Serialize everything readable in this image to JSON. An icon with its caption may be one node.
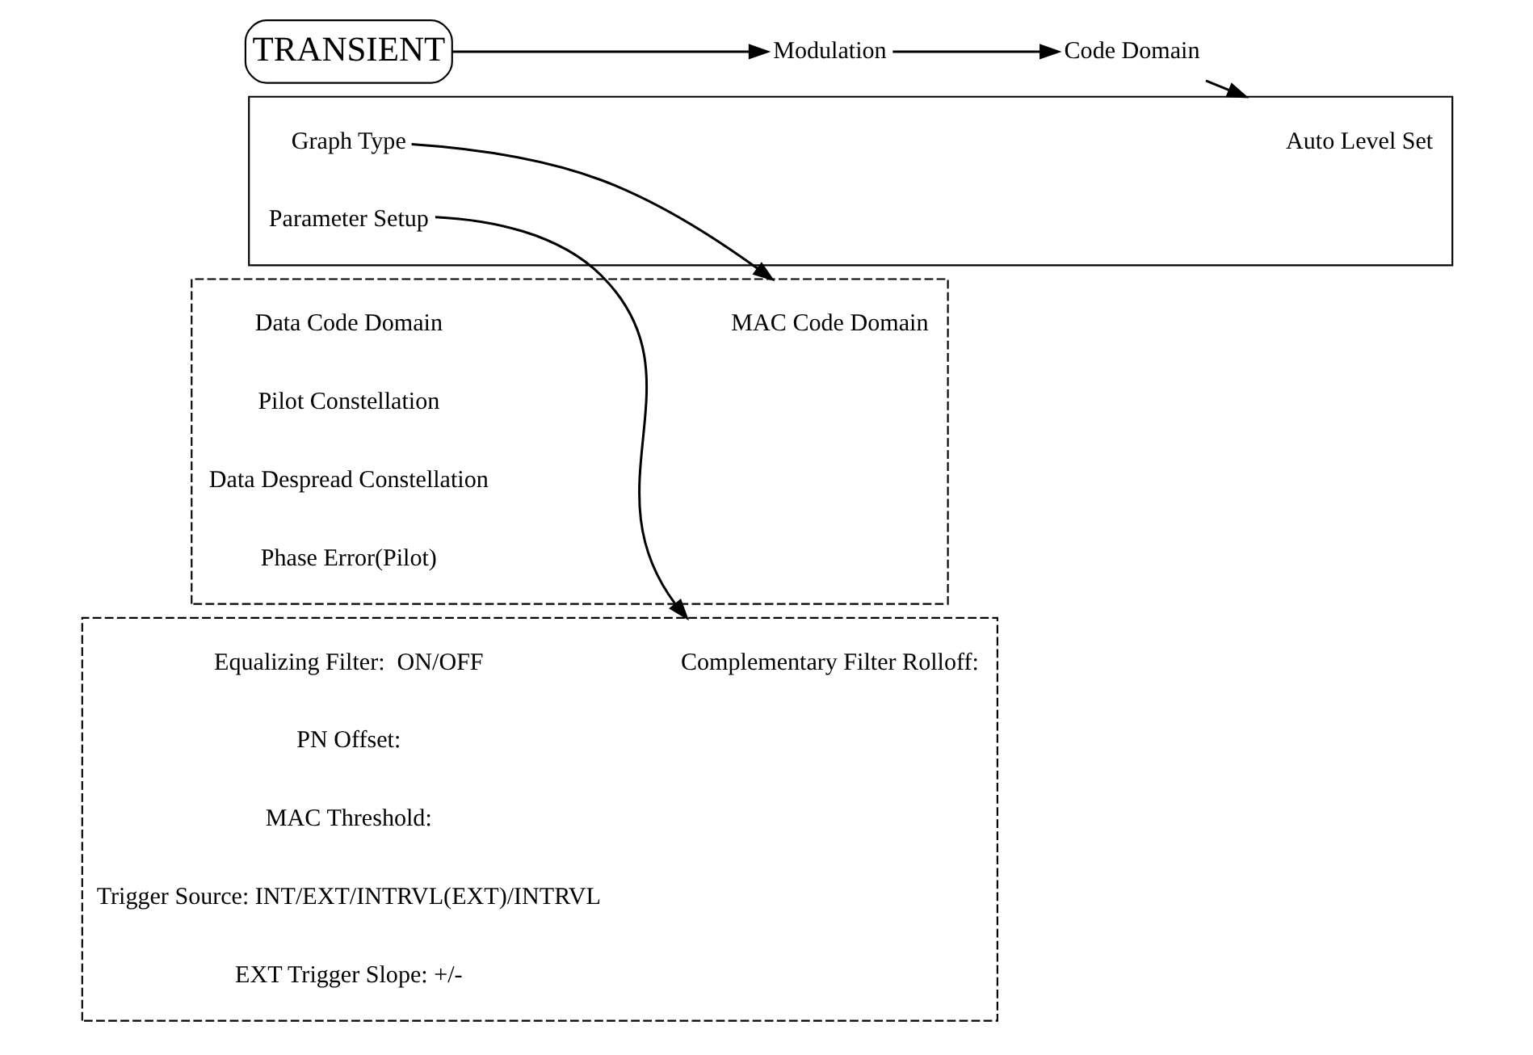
{
  "diagram": {
    "nodes": [
      {
        "text": [
          "TRANSIENT"
        ]
      },
      {
        "text": [
          "Modulation"
        ]
      },
      {
        "text": [
          "Code Domain"
        ]
      },
      {
        "text": [],
        "shape": "bracket"
      },
      {
        "text": [
          "Auto Level Set"
        ],
        "in": 3
      },
      {
        "text": [
          "Graph Type"
        ],
        "in": 3
      },
      {
        "text": [
          "Parameter Setup"
        ],
        "in": 3
      },
      {
        "text": [],
        "shape": "box"
      },
      {
        "text": [
          "MAC Code Domain"
        ],
        "in": 7
      },
      {
        "text": [
          "Data Code Domain"
        ],
        "in": 7
      },
      {
        "text": [
          "Pilot Constellation"
        ],
        "in": 7
      },
      {
        "text": [
          "Data Despread Constellation"
        ],
        "in": 7
      },
      {
        "text": [
          "Phase Error(Pilot)"
        ],
        "in": 7
      },
      {
        "text": [],
        "shape": "box"
      },
      {
        "text": [
          "Complementary Filter Rolloff:"
        ],
        "in": 13
      },
      {
        "text": [
          "Equalizing Filter:  ON/OFF"
        ],
        "in": 13
      },
      {
        "text": [
          "PN Offset:"
        ],
        "in": 13
      },
      {
        "text": [
          "MAC Threshold:"
        ],
        "in": 13
      },
      {
        "text": [
          "Trigger Source: INT/EXT/INTRVL(EXT)/INTRVL"
        ],
        "in": 13
      },
      {
        "text": [
          "EXT Trigger Slope: +/-"
        ],
        "in": 13
      }
    ],
    "edges": [
      {
        "from": 0,
        "to": 1,
        "arrow": "to"
      },
      {
        "from": 1,
        "to": 2,
        "arrow": "to"
      },
      {
        "from": 2,
        "to": 3,
        "arrow": "to"
      },
      {
        "from": 5,
        "to": 7,
        "arrow": "to"
      },
      {
        "from": 6,
        "to": 13,
        "arrow": "to"
      }
    ]
  }
}
